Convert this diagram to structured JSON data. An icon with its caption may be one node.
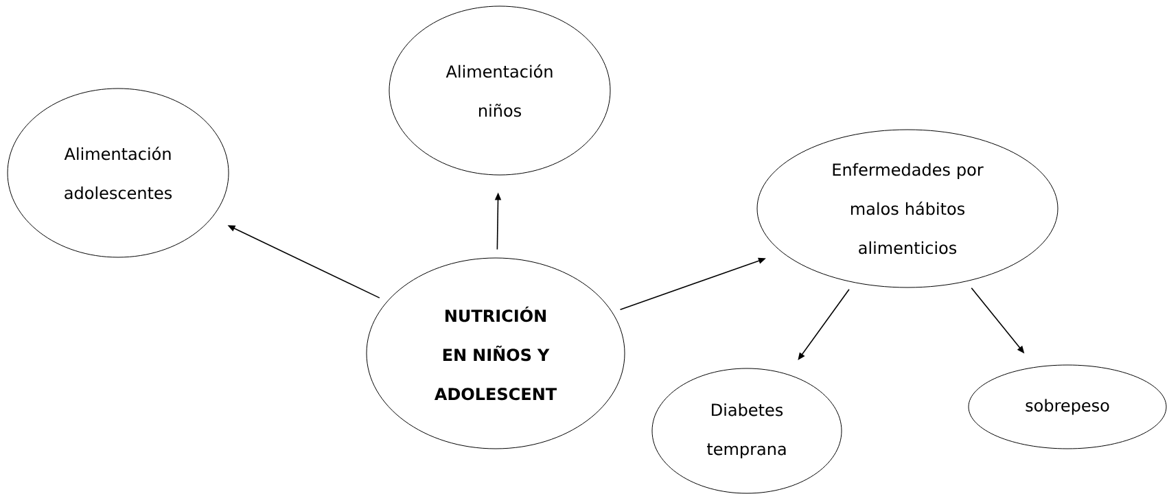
{
  "diagram": {
    "nodes": [
      {
        "text": [
          "NUTRICIÓN EN NIÑOS Y ADOLESCENT"
        ]
      },
      {
        "text": [
          "Alimentación niños"
        ]
      },
      {
        "text": [
          "Alimentación adolescentes"
        ]
      },
      {
        "text": [
          "Enfermedades por malos hábitos alimenticios"
        ]
      },
      {
        "text": [
          "Diabetes temprana"
        ]
      },
      {
        "text": [
          "sobrepeso"
        ]
      }
    ],
    "edges": [
      {
        "from": 0,
        "to": 1,
        "arrow": "to"
      },
      {
        "from": 0,
        "to": 2,
        "arrow": "to"
      },
      {
        "from": 0,
        "to": 3,
        "arrow": "to"
      },
      {
        "from": 3,
        "to": 4,
        "arrow": "to"
      },
      {
        "from": 3,
        "to": 5,
        "arrow": "to"
      }
    ]
  }
}
